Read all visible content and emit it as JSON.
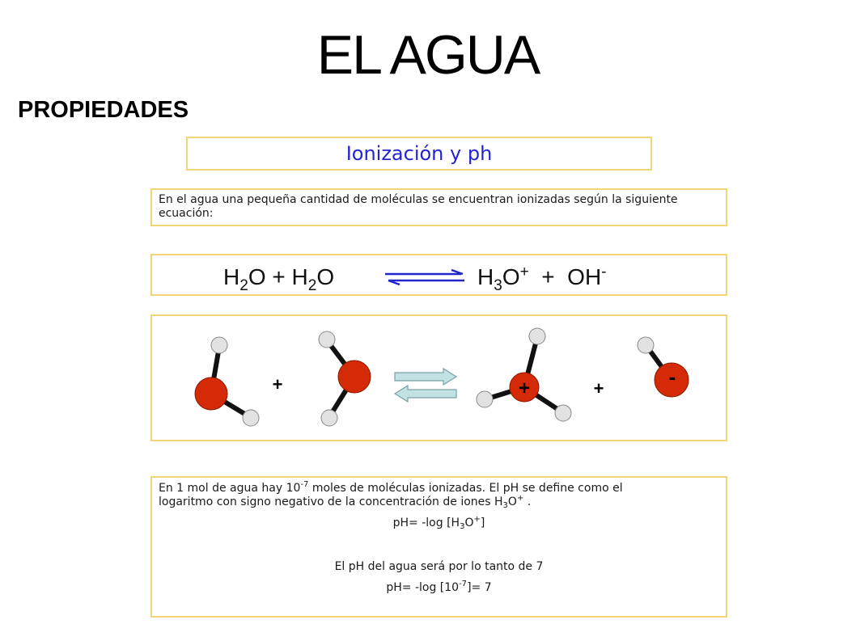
{
  "slide": {
    "title": "EL AGUA",
    "section": "PROPIEDADES"
  },
  "topic_title": "Ionización y ph",
  "intro_text": "En el agua una pequeña cantidad de moléculas se encuentran ionizadas según la siguiente ecuación:",
  "equation": {
    "h_left1": "H",
    "sub_left1": "2",
    "o_left1": "O",
    "plus1": " + ",
    "h_left2": "H",
    "sub_left2": "2",
    "o_left2": "O",
    "h_right": "H",
    "sub_right": "3",
    "o_right": "O",
    "sup_right": "+",
    "plus2": "  +  ",
    "oh": "OH",
    "sup_oh": "-"
  },
  "molecules": {
    "plus_sign_1": "+",
    "plus_sign_2": "+",
    "hydronium_charge": "+",
    "hydroxide_charge": "-",
    "colors": {
      "oxygen": "#d42a08",
      "hydrogen": "#e2e2e2",
      "bond": "#111111",
      "arrow_fill": "#c2e1e3",
      "arrow_stroke": "#7aa2a8"
    }
  },
  "ph_section": {
    "line1": "En 1 mol de agua hay 10",
    "line1_sup": "-7",
    "line1_end": " moles de moléculas ionizadas. El pH se define como el",
    "line2": "logaritmo con signo negativo de la concentración de iones H",
    "line2_sub": "3",
    "line2_mid": "O",
    "line2_sup": "+",
    "line2_end": " .",
    "formula1_a": "pH= -log [H",
    "formula1_sub": "3",
    "formula1_b": "O",
    "formula1_sup": "+",
    "formula1_c": "]",
    "statement": "El pH del agua será por lo tanto de 7",
    "formula2_a": "pH= -log [10",
    "formula2_sup": "-7",
    "formula2_b": "]= 7"
  },
  "colors": {
    "box_border": "#f1d679",
    "topic_title": "#2424cc"
  }
}
